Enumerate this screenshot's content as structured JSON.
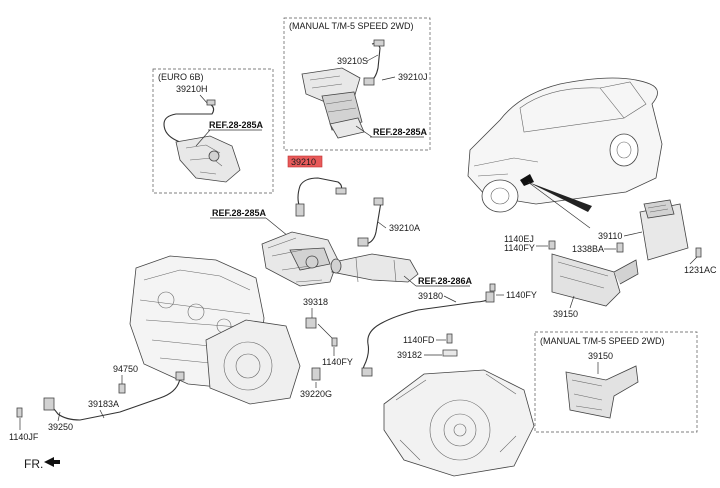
{
  "boxes": {
    "euro": "(EURO 6B)",
    "manual_top": "(MANUAL T/M-5 SPEED 2WD)",
    "manual_bottom": "(MANUAL T/M-5 SPEED 2WD)"
  },
  "labels": {
    "p39210H": "39210H",
    "p39210S": "39210S",
    "p39210J": "39210J",
    "p39210": "39210",
    "p39210A": "39210A",
    "p39110": "39110",
    "p1140EJ": "1140EJ",
    "p1140FY_a": "1140FY",
    "p1338BA": "1338BA",
    "p1231AC": "1231AC",
    "p39150_a": "39150",
    "p39180": "39180",
    "p1140FY_b": "1140FY",
    "p1140FD": "1140FD",
    "p39182": "39182",
    "p39150_b": "39150",
    "p39318": "39318",
    "p1140FY_c": "1140FY",
    "p94750": "94750",
    "p39220G": "39220G",
    "p39183A": "39183A",
    "p39250": "39250",
    "p1140JF": "1140JF"
  },
  "refs": {
    "ref_euro": "REF.28-285A",
    "ref_manual": "REF.28-285A",
    "ref_main": "REF.28-285A",
    "ref_286": "REF.28-286A"
  },
  "fr": "FR.",
  "highlight_color": "#e85a5a"
}
